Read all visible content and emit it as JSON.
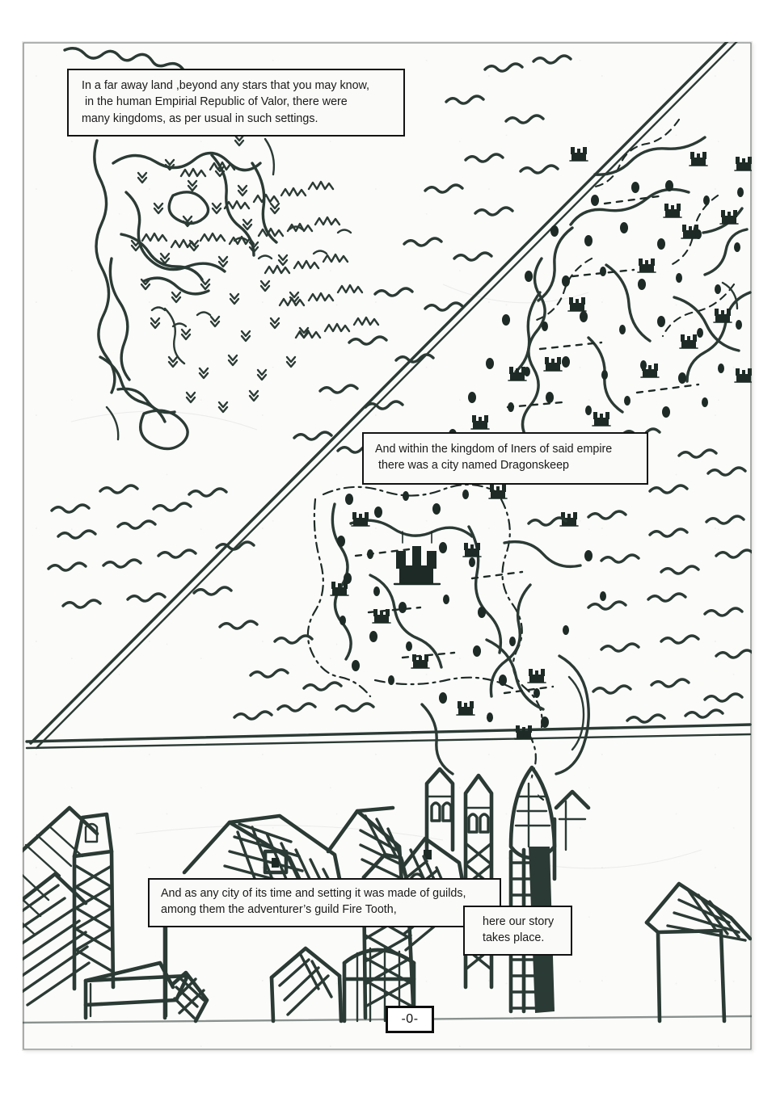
{
  "page": {
    "title": "Comic page — fantasy map and city establishing shot",
    "page_number": "-0-",
    "ink_color": "#2b3a34",
    "paper_color": "#fbfbfa"
  },
  "captions": {
    "intro": {
      "line1": "In a far away land ,beyond any stars that you may know,",
      "line2": " in the human Empirial Republic of Valor, there were",
      "line3": "many kingdoms, as per usual in such settings."
    },
    "kingdom": {
      "line1": "And within the kingdom of Iners of said empire",
      "line2": " there was a city named Dragonskeep"
    },
    "guilds": {
      "line1": "And as any city of its time and setting it was made of guilds,",
      "line2": "among them the adventurer’s guild Fire Tooth,"
    },
    "story": {
      "line1": "here our story",
      "line2": "takes place."
    }
  },
  "panels": {
    "upper_left": {
      "name": "forest-and-rivers-region",
      "features": [
        "rivers",
        "conifer-trees",
        "mountain-ranges",
        "coastline"
      ]
    },
    "upper_right": {
      "name": "settled-kingdoms-region",
      "features": [
        "castle-settlements",
        "dotted-borders",
        "rivers",
        "sea-waves",
        "scattered-dots"
      ]
    },
    "lower_map": {
      "name": "kingdom-of-iners-region",
      "features": [
        "castle-settlements",
        "dash-dot-border",
        "river",
        "sea-waves",
        "peninsula"
      ]
    },
    "city": {
      "name": "city-of-dragonskeep-skyline",
      "features": [
        "timber-roofs",
        "cross-hatched-shingles",
        "cathedral-spire",
        "battlements",
        "tower",
        "lone-house"
      ]
    }
  }
}
